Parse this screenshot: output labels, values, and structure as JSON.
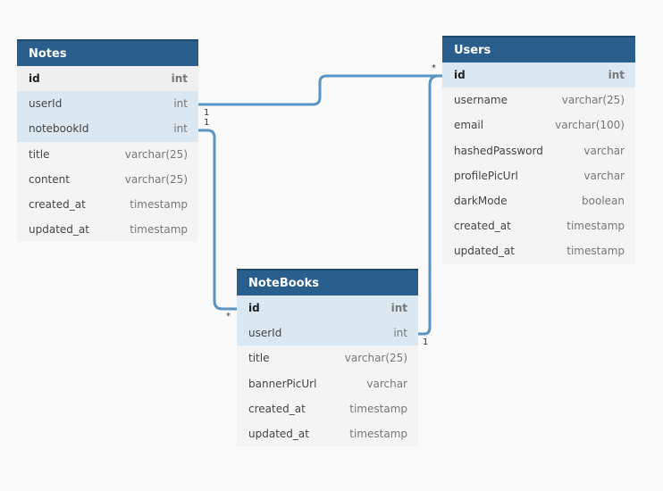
{
  "tables": [
    {
      "id": "notes",
      "name": "Notes",
      "columns": [
        {
          "name": "id",
          "type": "int",
          "pk": true,
          "hl": false
        },
        {
          "name": "userId",
          "type": "int",
          "pk": false,
          "hl": true
        },
        {
          "name": "notebookId",
          "type": "int",
          "pk": false,
          "hl": true
        },
        {
          "name": "title",
          "type": "varchar(25)",
          "pk": false,
          "hl": false
        },
        {
          "name": "content",
          "type": "varchar(25)",
          "pk": false,
          "hl": false
        },
        {
          "name": "created_at",
          "type": "timestamp",
          "pk": false,
          "hl": false
        },
        {
          "name": "updated_at",
          "type": "timestamp",
          "pk": false,
          "hl": false
        }
      ]
    },
    {
      "id": "users",
      "name": "Users",
      "columns": [
        {
          "name": "id",
          "type": "int",
          "pk": true,
          "hl": true
        },
        {
          "name": "username",
          "type": "varchar(25)",
          "pk": false,
          "hl": false
        },
        {
          "name": "email",
          "type": "varchar(100)",
          "pk": false,
          "hl": false
        },
        {
          "name": "hashedPassword",
          "type": "varchar",
          "pk": false,
          "hl": false
        },
        {
          "name": "profilePicUrl",
          "type": "varchar",
          "pk": false,
          "hl": false
        },
        {
          "name": "darkMode",
          "type": "boolean",
          "pk": false,
          "hl": false
        },
        {
          "name": "created_at",
          "type": "timestamp",
          "pk": false,
          "hl": false
        },
        {
          "name": "updated_at",
          "type": "timestamp",
          "pk": false,
          "hl": false
        }
      ]
    },
    {
      "id": "notebooks",
      "name": "NoteBooks",
      "columns": [
        {
          "name": "id",
          "type": "int",
          "pk": true,
          "hl": true
        },
        {
          "name": "userId",
          "type": "int",
          "pk": false,
          "hl": true
        },
        {
          "name": "title",
          "type": "varchar(25)",
          "pk": false,
          "hl": false
        },
        {
          "name": "bannerPicUrl",
          "type": "varchar",
          "pk": false,
          "hl": false
        },
        {
          "name": "created_at",
          "type": "timestamp",
          "pk": false,
          "hl": false
        },
        {
          "name": "updated_at",
          "type": "timestamp",
          "pk": false,
          "hl": false
        }
      ]
    }
  ],
  "relations": [
    {
      "from": "Notes.userId",
      "to": "Users.id",
      "from_card": "1",
      "to_card": "*"
    },
    {
      "from": "Notes.notebookId",
      "to": "NoteBooks.id",
      "from_card": "1",
      "to_card": "*"
    },
    {
      "from": "NoteBooks.userId",
      "to": "Users.id",
      "from_card": "1",
      "to_card": "*"
    }
  ],
  "colors": {
    "header": "#2a5e8c",
    "link": "#5b93c2",
    "highlight_row": "#dbe8f1"
  }
}
